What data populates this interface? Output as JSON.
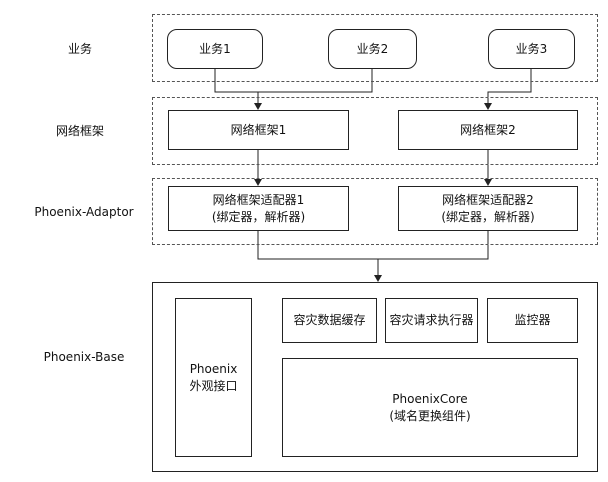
{
  "layers": {
    "business": "业务",
    "network_framework": "网络框架",
    "adaptor": "Phoenix-Adaptor",
    "base": "Phoenix-Base"
  },
  "business": {
    "items": [
      "业务1",
      "业务2",
      "业务3"
    ]
  },
  "frameworks": {
    "items": [
      "网络框架1",
      "网络框架2"
    ]
  },
  "adaptors": {
    "items": [
      "网络框架适配器1\n(绑定器，解析器)",
      "网络框架适配器2\n(绑定器，解析器)"
    ]
  },
  "base": {
    "facade": "Phoenix\n外观接口",
    "cache": "容灾数据缓存",
    "executor": "容灾请求执行器",
    "monitor": "监控器",
    "core": "PhoenixCore\n(域名更换组件)"
  }
}
